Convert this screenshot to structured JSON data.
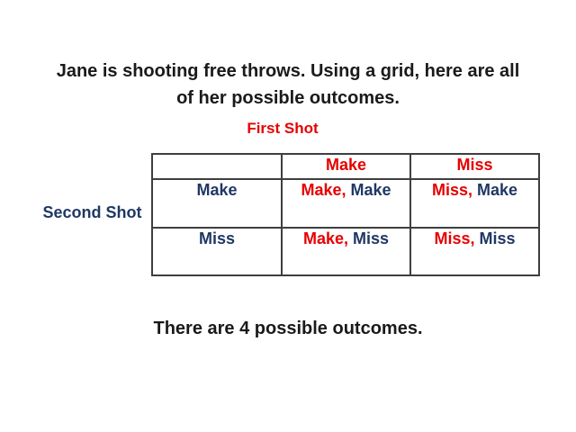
{
  "slide": {
    "title_lines": {
      "line1": "Jane is shooting free throws. Using a grid, here are all",
      "line2": "of her possible outcomes."
    },
    "first_shot_label": "First Shot",
    "second_shot_label": "Second Shot",
    "footer_text": "There are 4 possible outcomes."
  },
  "grid": {
    "column_headers": [
      "Make",
      "Miss"
    ],
    "row_headers": [
      "Make",
      "Miss"
    ],
    "cells": [
      [
        {
          "first": "Make,",
          "second": " Make"
        },
        {
          "first": "Miss,",
          "second": " Make"
        }
      ],
      [
        {
          "first": "Make,",
          "second": " Miss"
        },
        {
          "first": "Miss,",
          "second": " Miss"
        }
      ]
    ]
  },
  "colors": {
    "red": "#e60000",
    "blue": "#1f3864",
    "text": "#1a1a1a",
    "border": "#3f3f3f"
  }
}
